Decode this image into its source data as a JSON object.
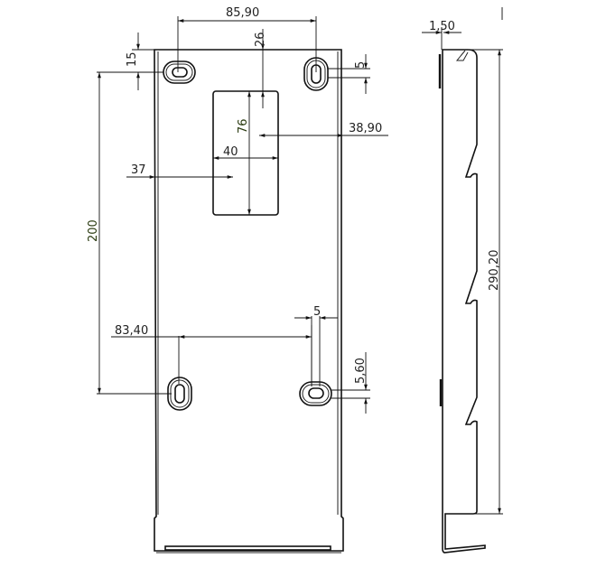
{
  "drawing": {
    "title": "Wall mounting bracket – technical drawing",
    "views": [
      "front-view",
      "side-view"
    ],
    "line_color": "#111111",
    "background": "#ffffff"
  },
  "front_view": {
    "dimensions": {
      "slot_spacing_top": "85,90",
      "top_to_window": "26",
      "top_slot_offset": "15",
      "top_slot_width": "5",
      "window_height": "76",
      "window_width": "40",
      "window_right_offset": "38,90",
      "window_left_offset": "37",
      "slot_vertical_spacing": "200",
      "slot_spacing_bottom": "83,40",
      "bottom_slot_width": "5",
      "bottom_slot_height": "5,60"
    }
  },
  "side_view": {
    "dimensions": {
      "thickness": "1,50",
      "overall_height": "290,20"
    }
  }
}
